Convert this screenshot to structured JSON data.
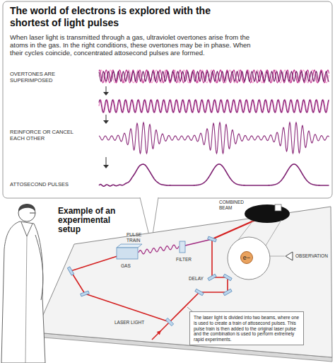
{
  "diagram": {
    "title": "The world of electrons is explored with the shortest of light pulses",
    "nodes": [
      {
        "text": [
          "e−"
        ]
      },
      {
        "text": [
          "The laser light is divided into two beams, where one is used to create a train of attosecond pulses. This pulse train is then added to the original laser pulse and the combination is used to perform extremely rapid experiments."
        ]
      }
    ],
    "labels": [
      "When laser light is transmitted through a gas, ultraviolet overtones arise from the atoms in the gas. In the right conditions, these overtones may be in phase. When their cycles coincide, concentrated attosecond pulses are formed.",
      "OVERTONES ARE SUPERIMPOSED",
      "REINFORCE OR CANCEL EACH OTHER",
      "ATTOSECOND PULSES",
      "Example of an experimental setup",
      "PULSE TRAIN",
      "COMBINED BEAM",
      "GAS",
      "FILTER",
      "OBSERVATION",
      "DELAY",
      "LASER LIGHT"
    ]
  }
}
